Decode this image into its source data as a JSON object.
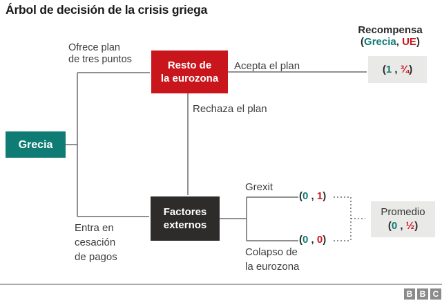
{
  "title": "Árbol de decisión de la crisis griega",
  "colors": {
    "teal": "#0e7b74",
    "red": "#c9161d",
    "dark": "#2e2c2b",
    "paybg": "#e9e9e8",
    "line": "#6b6b6b"
  },
  "reward_header": {
    "title": "Recompensa",
    "open": "(",
    "greece": "Grecia",
    "sep": ", ",
    "eu": "UE",
    "close": ")"
  },
  "nodes": {
    "grecia": {
      "label": "Grecia"
    },
    "eurozone": {
      "line1": "Resto de",
      "line2": "la eurozona"
    },
    "external": {
      "line1": "Factores",
      "line2": "externos"
    }
  },
  "edge_labels": {
    "offer": {
      "line1": "Ofrece plan",
      "line2": "de tres puntos"
    },
    "accept": {
      "label": "Acepta el plan"
    },
    "reject": {
      "label": "Rechaza el plan"
    },
    "default_path": {
      "line1": "Entra en",
      "line2": "cesación",
      "line3": "de pagos"
    },
    "grexit": {
      "label": "Grexit"
    },
    "collapse": {
      "line1": "Colapso de",
      "line2": "la eurozona"
    }
  },
  "payoffs": {
    "accept": {
      "open": "(",
      "greece": "1",
      "sep": " , ",
      "eu": "¾",
      "close": ")"
    },
    "grexit": {
      "open": "(",
      "greece": "0",
      "sep": " , ",
      "eu": "1",
      "close": ")"
    },
    "collapse": {
      "open": "(",
      "greece": "0",
      "sep": " , ",
      "eu": "0",
      "close": ")"
    },
    "average": {
      "label": "Promedio",
      "open": "(",
      "greece": "0",
      "sep": " , ",
      "eu": "½",
      "close": ")"
    }
  },
  "footer": {
    "logo_letters": [
      "B",
      "B",
      "C"
    ]
  }
}
